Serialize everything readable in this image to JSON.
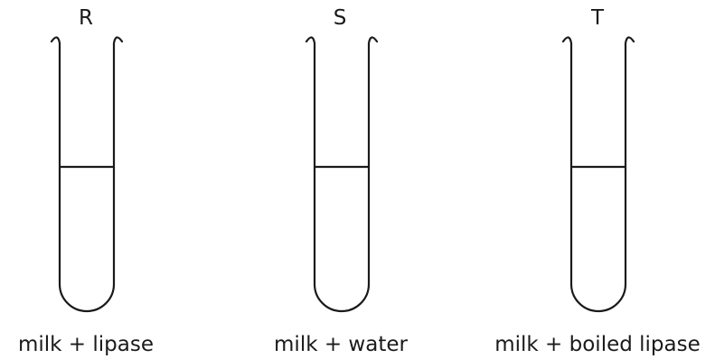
{
  "tubes": [
    {
      "label": "R",
      "contents": "milk + lipase"
    },
    {
      "label": "S",
      "contents": "milk + water"
    },
    {
      "label": "T",
      "contents": "milk + boiled lipase"
    }
  ]
}
